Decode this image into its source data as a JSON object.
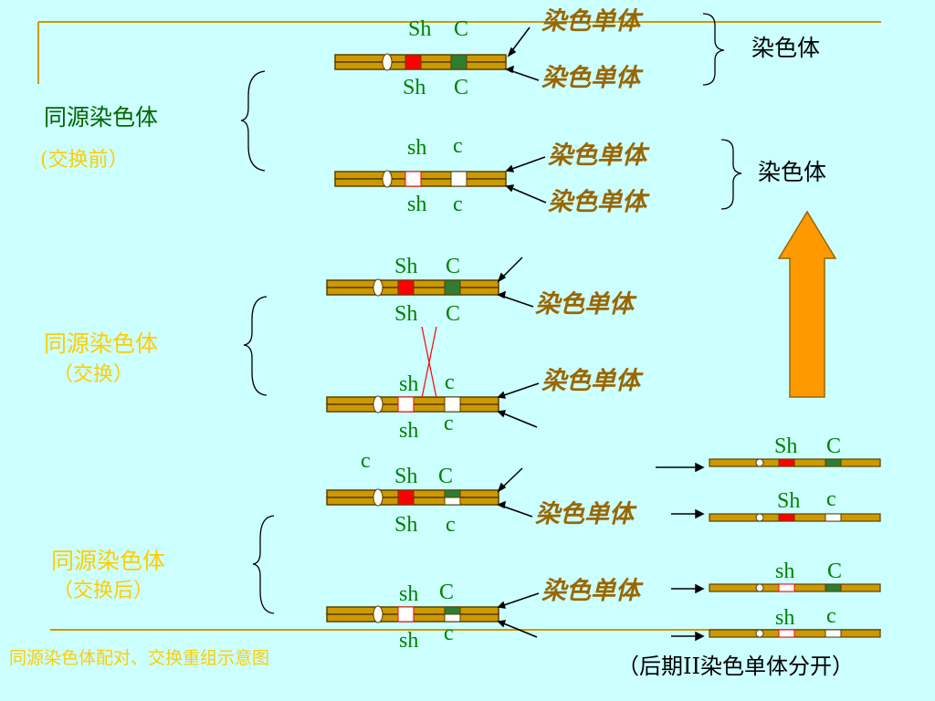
{
  "diagram": {
    "labels": {
      "chromatid": "染色单体",
      "chromosome": "染色体",
      "homologous": "同源染色体",
      "before": "(交换前）",
      "during": "（交换）",
      "after": "（交换后）",
      "figure_caption": "同源染色体配对、交换重组示意图",
      "stage_caption": "（后期II染色单体分开）"
    },
    "genes": {
      "sh_upper": "Sh",
      "sh_lower": "sh",
      "c_upper": "C",
      "c_lower": "c"
    },
    "colors": {
      "background": "#ccffff",
      "chromatid_fill": "#cc9900",
      "dominant_sh": "#ff0000",
      "dominant_c": "#2e7d32",
      "recessive": "#ffffff",
      "arrow": "#ff9900",
      "frame_line": "#cc9900"
    }
  }
}
